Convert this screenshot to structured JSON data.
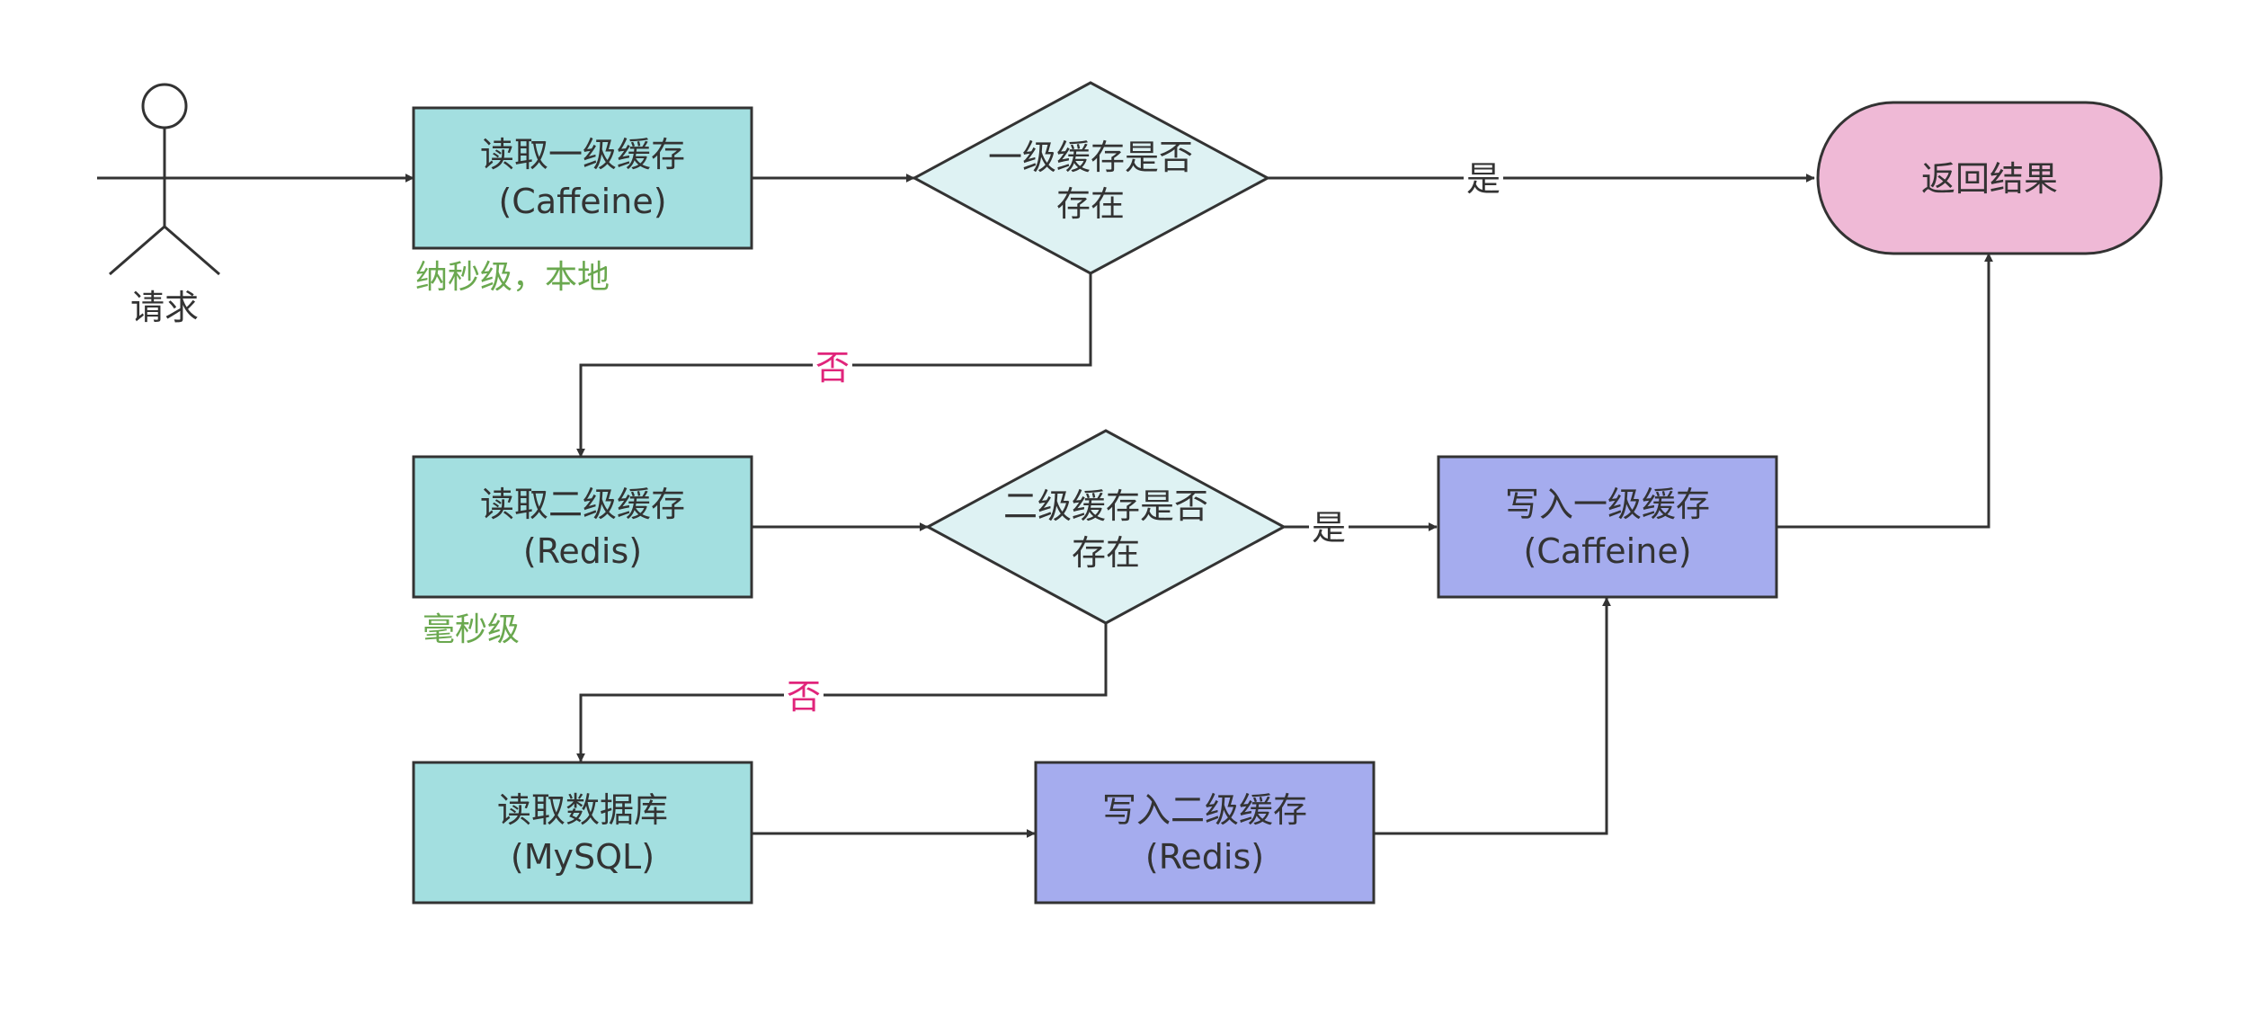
{
  "colors": {
    "process_fill": "#a3dfe0",
    "decision_fill": "#def2f3",
    "write_fill": "#a5acee",
    "result_fill": "#efb9d6",
    "stroke": "#333333",
    "no_label": "#e0257b",
    "yes_label": "#333333",
    "note_text": "#6aa84f"
  },
  "actor": {
    "label": "请求",
    "icon": "stick-figure-icon"
  },
  "nodes": {
    "read_l1": {
      "line1": "读取一级缓存",
      "line2": "(Caffeine)"
    },
    "check_l1": {
      "line1": "一级缓存是否",
      "line2": "存在"
    },
    "result": {
      "label": "返回结果"
    },
    "read_l2": {
      "line1": "读取二级缓存",
      "line2": "(Redis)"
    },
    "check_l2": {
      "line1": "二级缓存是否",
      "line2": "存在"
    },
    "write_l1": {
      "line1": "写入一级缓存",
      "line2": "(Caffeine)"
    },
    "read_db": {
      "line1": "读取数据库",
      "line2": "(MySQL)"
    },
    "write_l2": {
      "line1": "写入二级缓存",
      "line2": "(Redis)"
    }
  },
  "notes": {
    "l1_speed": "纳秒级，本地",
    "l2_speed": "毫秒级"
  },
  "edge_labels": {
    "l1_yes": "是",
    "l1_no": "否",
    "l2_yes": "是",
    "l2_no": "否"
  }
}
